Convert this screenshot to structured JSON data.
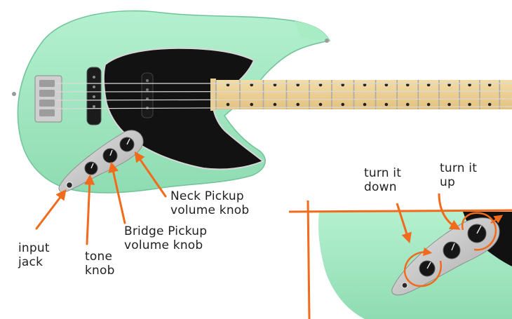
{
  "labels": {
    "input_jack": [
      "input",
      "jack"
    ],
    "tone_knob": [
      "tone",
      "knob"
    ],
    "bridge_pickup": [
      "Bridge Pickup",
      "volume knob"
    ],
    "neck_pickup": [
      "Neck Pickup",
      "volume knob"
    ],
    "turn_down": [
      "turn it",
      "down"
    ],
    "turn_up": [
      "turn it",
      "up"
    ]
  },
  "colors": {
    "body": "#9fe6bd",
    "body_shade": "#7fd4a6",
    "pickguard": "#111111",
    "control_plate": "#c9c9c9",
    "neck": "#eed49a",
    "arrow": "#f26a1b"
  }
}
